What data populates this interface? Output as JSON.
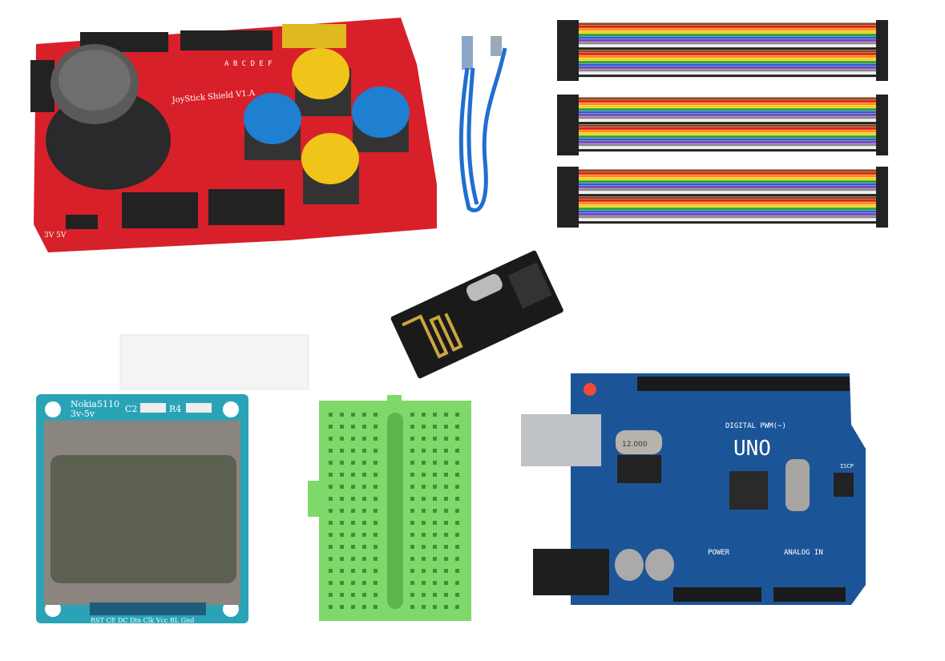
{
  "products": {
    "joystick_shield": {
      "label": "JoyStick Shield V1.A",
      "keys": "A B C D E F",
      "voltage": "3V    5V"
    },
    "nokia_lcd": {
      "model": "Nokia5110",
      "voltage": "3v-5v",
      "c2": "C2",
      "r4": "R4",
      "pins": "RST CE DC  Din Clk Vcc BL  Gnd"
    },
    "arduino": {
      "title": "UNO",
      "digital": "DIGITAL PWM(~)",
      "power": "POWER",
      "analog": "ANALOG IN",
      "crystal": "12.000",
      "icsp": "ISCP"
    }
  },
  "colors": {
    "shield_red": "#d8202a",
    "button_yellow": "#f1c419",
    "button_blue": "#1f7fd0",
    "cable_blue": "#1f6fd0",
    "lcd_teal": "#2ba3b6",
    "breadboard_green": "#7fd96a",
    "arduino_blue": "#1c5597"
  }
}
